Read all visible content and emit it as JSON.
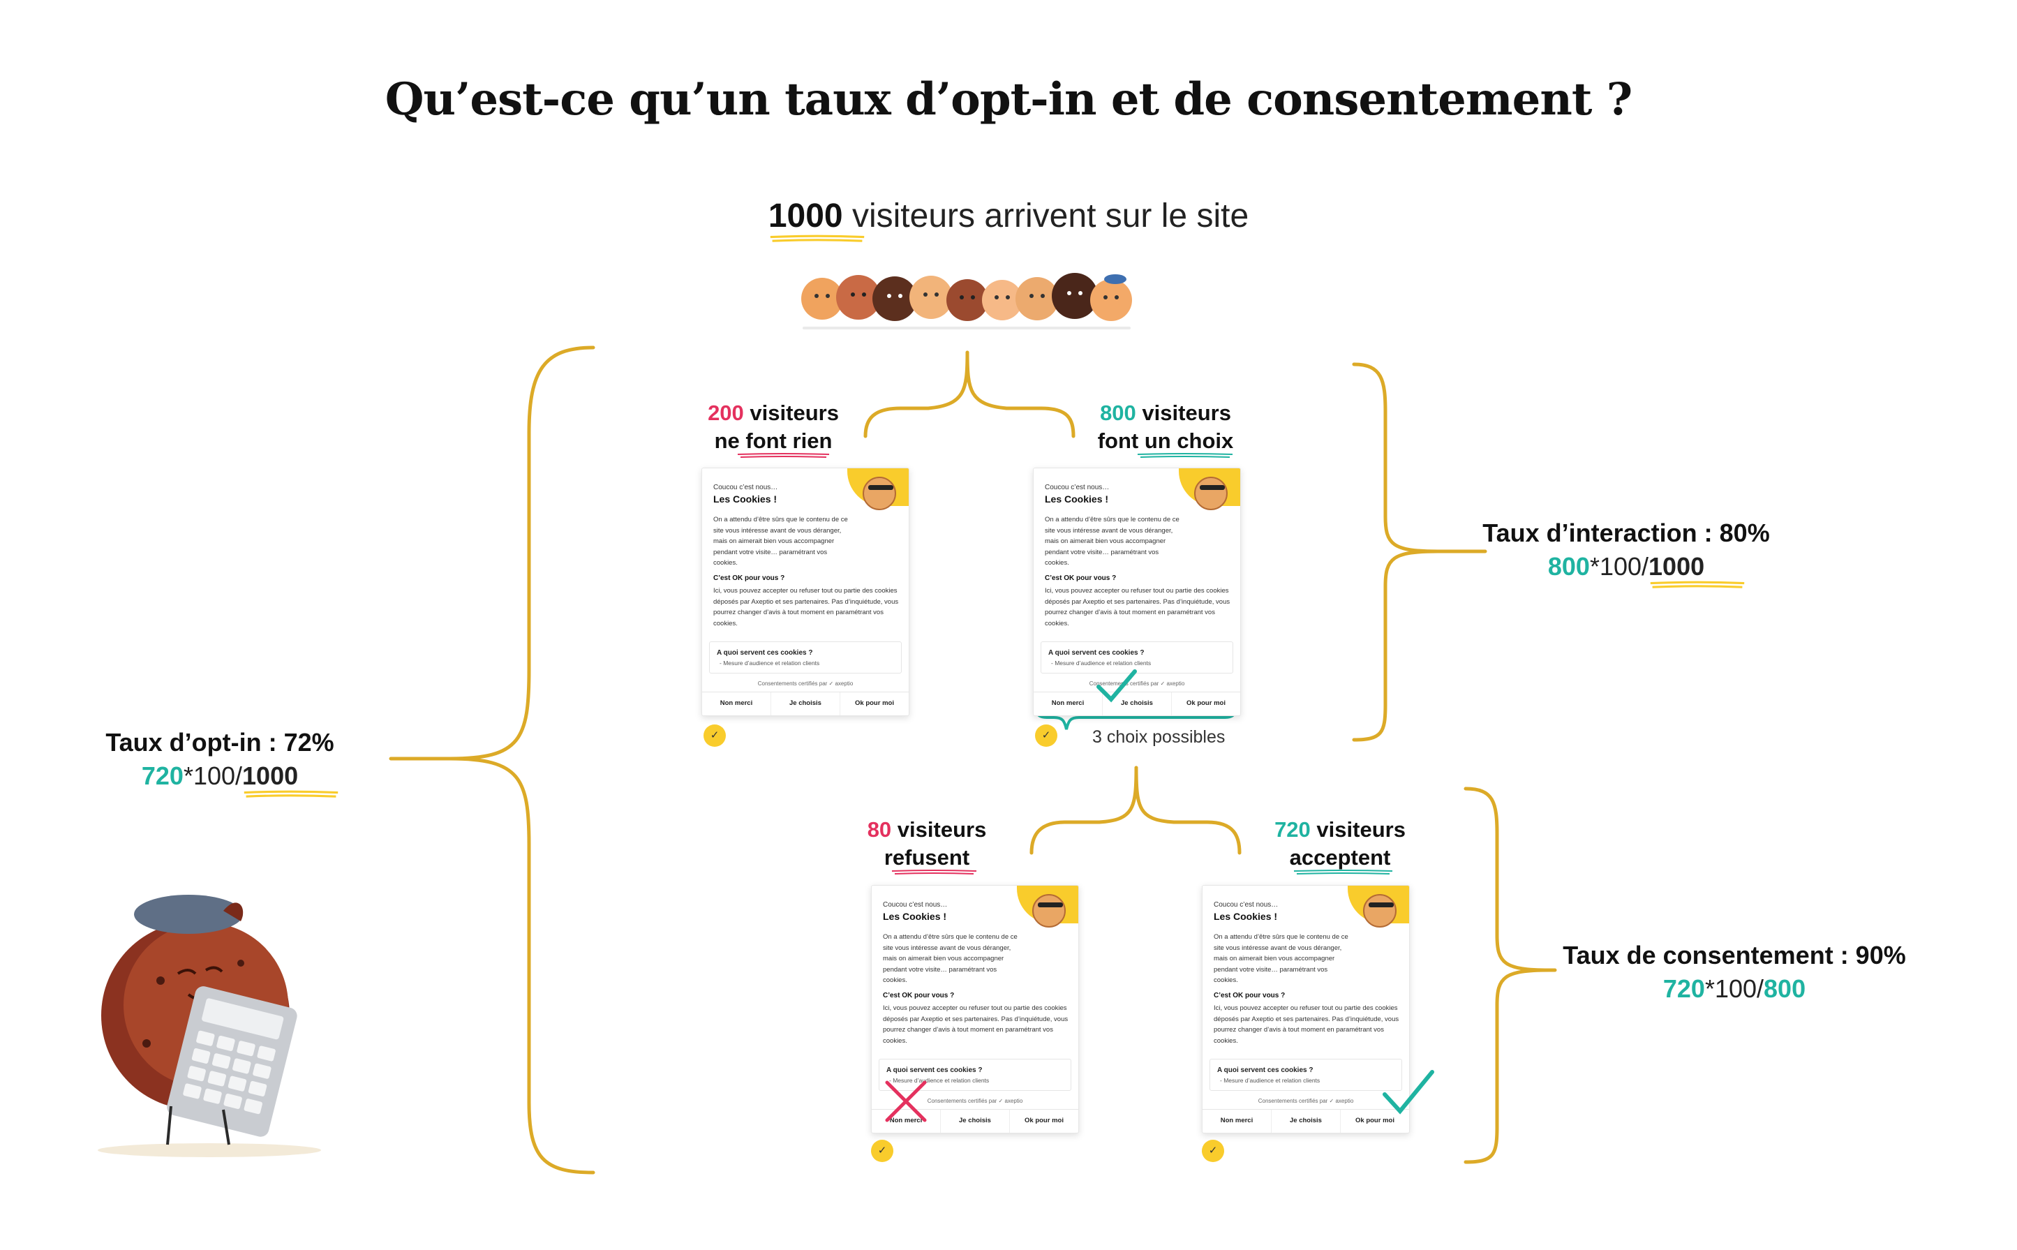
{
  "title": "Qu’est-ce qu’un taux d’opt-in et de consentement ?",
  "visitors": {
    "count": "1000",
    "text": "visiteurs arrivent sur le site"
  },
  "branches": {
    "nothing": {
      "count": "200",
      "l1": "visiteurs",
      "l2": "ne font rien"
    },
    "choice": {
      "count": "800",
      "l1": "visiteurs",
      "l2": "font un choix"
    },
    "refuse": {
      "count": "80",
      "l1": "visiteurs",
      "l2": "refusent"
    },
    "accept": {
      "count": "720",
      "l1": "visiteurs",
      "l2": "acceptent"
    }
  },
  "choices_note": "3 choix possibles",
  "rates": {
    "interaction": {
      "label": "Taux d’interaction : 80%",
      "num": "800",
      "mid": "*100/",
      "den": "1000"
    },
    "optin": {
      "label": "Taux d’opt-in : 72%",
      "num": "720",
      "mid": "*100/",
      "den": "1000"
    },
    "consent": {
      "label": "Taux de consentement : 90%",
      "num": "720",
      "mid": "*100/",
      "den": "800"
    }
  },
  "banner": {
    "greeting": "Coucou c’est nous…",
    "title": "Les Cookies !",
    "body1": "On a attendu d’être sûrs que le contenu de ce site vous intéresse avant de vous déranger, mais on aimerait bien vous accompagner pendant votre visite… paramétrant vos cookies.",
    "heading2": "C’est OK pour vous ?",
    "body2": "Ici, vous pouvez accepter ou refuser tout ou partie des cookies déposés par Axeptio et ses partenaires. Pas d’inquiétude, vous pourrez changer d’avis à tout moment en paramétrant vos cookies.",
    "box_title": "A quoi servent ces cookies ?",
    "box_item": "- Mesure d’audience et relation clients",
    "footer": "Consentements certifiés par ✓ axeptio",
    "btn_refuse": "Non merci",
    "btn_choose": "Je choisis",
    "btn_accept": "Ok pour moi",
    "badge_icon": "axeptio-check-icon"
  },
  "colors": {
    "gold": "#dcaa27",
    "red": "#e4315e",
    "teal": "#1fb3a1",
    "yellow": "#f9cc2c"
  }
}
